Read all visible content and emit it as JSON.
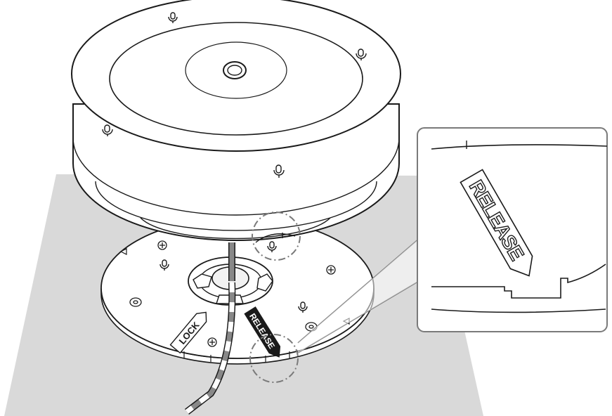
{
  "base_labels": {
    "lock": "LOCK",
    "release": "RELEASE"
  },
  "inset": {
    "release_label": "RELEASE"
  },
  "icons": {
    "mic_symbol": "microphone-icon",
    "screw_symbol": "screw-head-icon",
    "arrow_symbol": "triangle-marker-icon"
  },
  "colors": {
    "floor": "#d9d9d9",
    "device_body": "#ffffff",
    "outline": "#1a1a1a",
    "callout_line": "#7a7a7a",
    "cable_light": "#ffffff",
    "cable_dark": "#888888",
    "inset_border": "#7a7a7a"
  }
}
